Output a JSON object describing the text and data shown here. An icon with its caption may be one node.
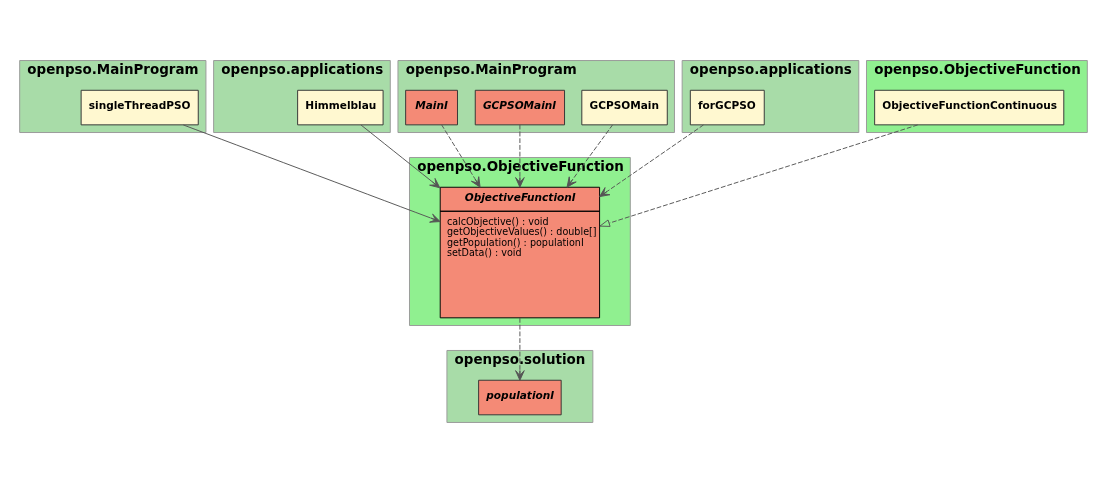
{
  "diagram": {
    "nodes": [
      {
        "text": [
          "openpso.MainProgram"
        ]
      },
      {
        "text": [
          "singleThreadPSO"
        ],
        "in": 0
      },
      {
        "text": [
          "openpso.applications"
        ]
      },
      {
        "text": [
          "Himmelblau"
        ],
        "in": 2
      },
      {
        "text": [
          "openpso.ObjectiveFunction"
        ]
      },
      {
        "text": [
          "ObjectiveFunctionI",
          "calcObjective() : void",
          "getObjectiveValues() : double[]",
          "getPopulation() : populationI",
          "setData() : void"
        ],
        "in": 4
      },
      {
        "text": [
          "openpso.MainProgram"
        ]
      },
      {
        "text": [
          "GCPSOMain"
        ],
        "in": 6
      },
      {
        "text": [
          "GCPSOMainI"
        ],
        "in": 6
      },
      {
        "text": [
          "MainI"
        ],
        "in": 6
      },
      {
        "text": [
          "openpso.applications"
        ]
      },
      {
        "text": [
          "forGCPSO"
        ],
        "in": 10
      },
      {
        "text": [
          "openpso.solution"
        ]
      },
      {
        "text": [
          "populationI"
        ],
        "in": 12
      },
      {
        "text": [
          "openpso.ObjectiveFunction"
        ]
      },
      {
        "text": [
          "ObjectiveFunctionContinuous"
        ],
        "in": 14
      }
    ],
    "edges": [
      {
        "from": 1,
        "to": 5,
        "arrow": "to"
      },
      {
        "from": 3,
        "to": 5,
        "arrow": "to"
      },
      {
        "from": 7,
        "to": 5,
        "arrow": "to",
        "style": "dashed"
      },
      {
        "from": 8,
        "to": 5,
        "arrow": "to",
        "style": "dashed"
      },
      {
        "from": 9,
        "to": 5,
        "arrow": "to",
        "style": "dashed"
      },
      {
        "from": 11,
        "to": 5,
        "arrow": "to",
        "style": "dashed"
      },
      {
        "from": 5,
        "to": 13,
        "arrow": "to",
        "style": "dashed"
      },
      {
        "from": 15,
        "to": 5,
        "arrow": "to",
        "style": "dashed"
      }
    ]
  }
}
